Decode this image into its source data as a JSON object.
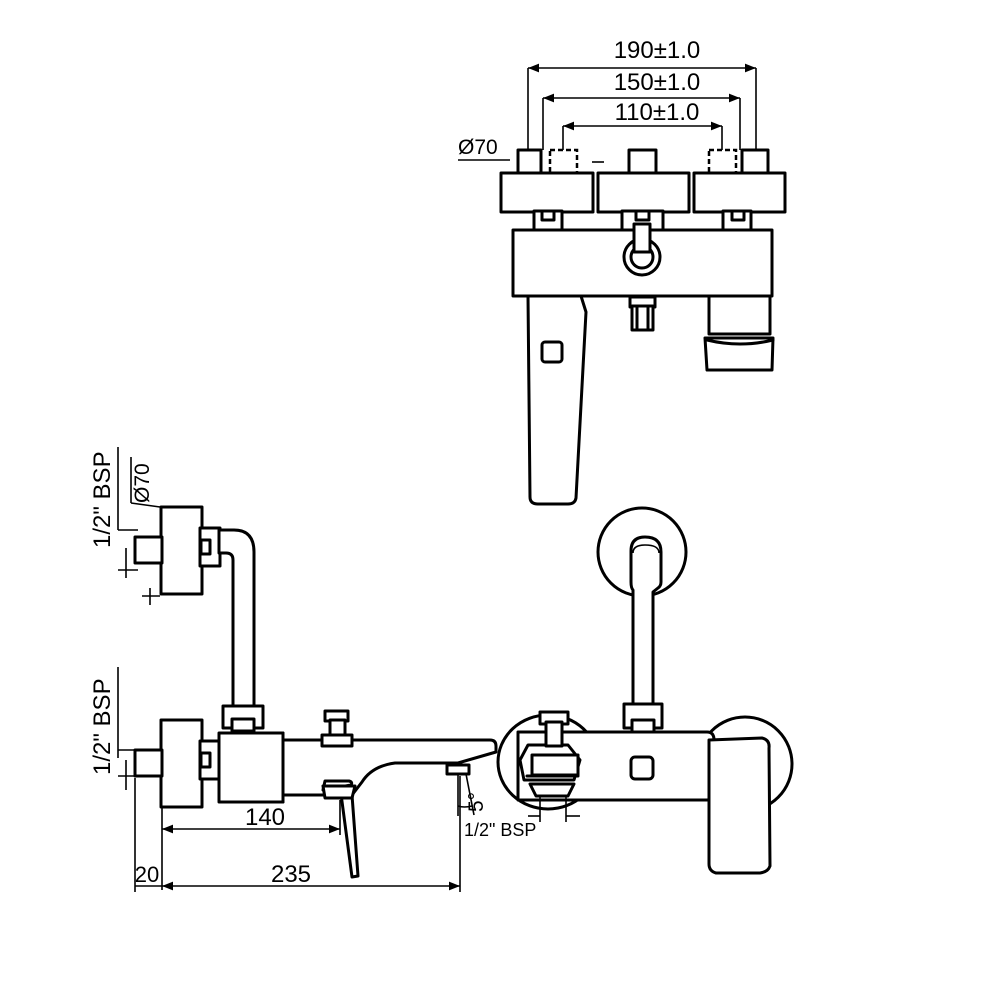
{
  "dimensions": {
    "top_width_190": "190±1.0",
    "top_width_150": "150±1.0",
    "top_width_110": "110±1.0",
    "dia_top": "Ø70",
    "side_bsp_upper": "1/2\" BSP",
    "side_dia": "Ø70",
    "side_bsp_lower": "1/2\" BSP",
    "len_140": "140",
    "len_235": "235",
    "len_20": "20",
    "angle_5": "5°",
    "front_bsp": "1/2\" BSP"
  },
  "colors": {
    "line": "#000000",
    "background": "#ffffff"
  }
}
